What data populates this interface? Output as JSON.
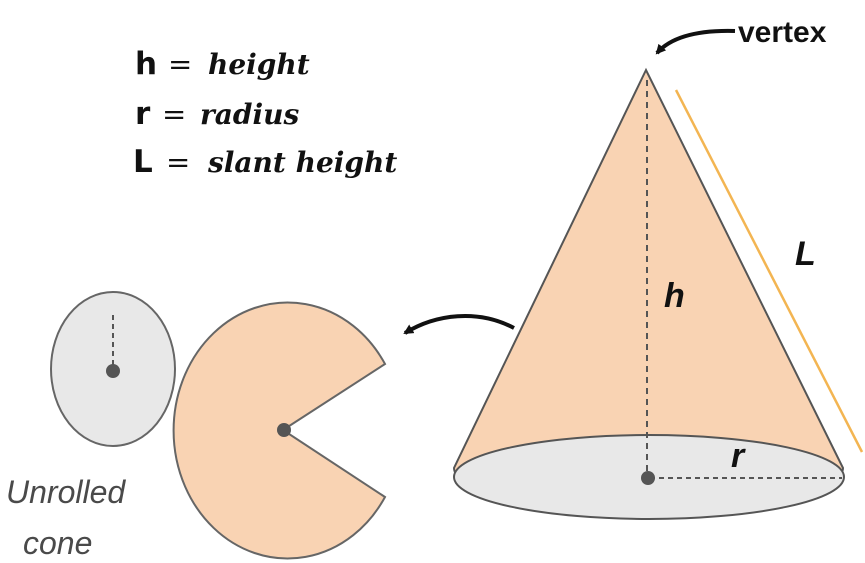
{
  "legend": [
    {
      "symbol": "h",
      "eq": "=",
      "definition": "height"
    },
    {
      "symbol": "r",
      "eq": "=",
      "definition": "radius"
    },
    {
      "symbol": "L",
      "eq": "=",
      "definition": "slant height"
    }
  ],
  "labels": {
    "vertex": "vertex",
    "h": "h",
    "r": "r",
    "L": "L",
    "caption_line1": "Unrolled",
    "caption_line2": "cone"
  },
  "colors": {
    "cone_fill": "#f9d3b3",
    "base_fill": "#e8e8e8",
    "outline": "#555555",
    "slant_line": "#f3b552",
    "dashed": "#555555",
    "arrow": "#111111"
  }
}
